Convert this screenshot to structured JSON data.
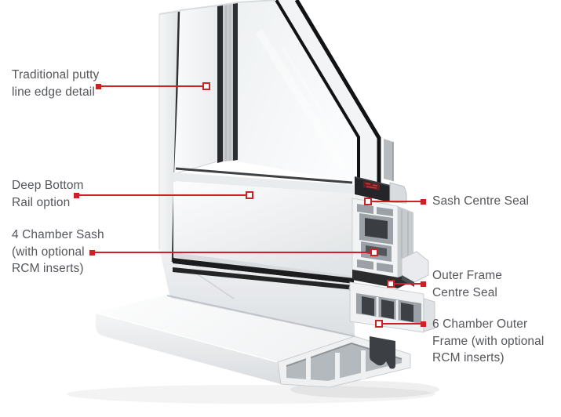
{
  "meta": {
    "subject": "uPVC window frame corner cut-away cross-section diagram"
  },
  "colors": {
    "accent_red": "#cd2128",
    "label_text": "#55575b",
    "profile_white": "#f1f3f4",
    "seal_black": "#1b1c1e",
    "chamber_grey": "#9ba1a6"
  },
  "callouts": {
    "putty": {
      "lines": [
        "Traditional putty",
        "line edge detail"
      ]
    },
    "deep_bottom_rail": {
      "lines": [
        "Deep Bottom",
        "Rail option"
      ]
    },
    "four_chamber_sash": {
      "lines": [
        "4 Chamber Sash",
        "(with optional",
        "RCM inserts)"
      ]
    },
    "sash_centre_seal": {
      "lines": [
        "Sash Centre Seal"
      ]
    },
    "outer_frame_centre_seal": {
      "lines": [
        "Outer Frame",
        "Centre Seal"
      ]
    },
    "six_chamber_outer_frame": {
      "lines": [
        "6 Chamber Outer",
        "Frame (with optional",
        "RCM inserts)"
      ]
    }
  }
}
